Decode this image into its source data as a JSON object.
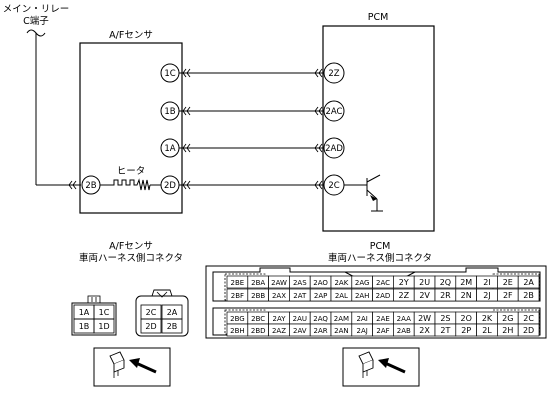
{
  "main_relay_label": [
    "メイン・リレー",
    "C端子"
  ],
  "af_sensor": {
    "title": "A/Fセンサ",
    "pins": [
      "1C",
      "1B",
      "1A",
      "2B",
      "2D"
    ],
    "heater_label": "ヒータ"
  },
  "pcm": {
    "title": "PCM",
    "pins": [
      "2Z",
      "2AC",
      "2AD",
      "2C"
    ]
  },
  "af_connector": {
    "title": [
      "A/Fセンサ",
      "車両ハーネス側コネクタ"
    ],
    "left_block": [
      [
        "1A",
        "1C"
      ],
      [
        "1B",
        "1D"
      ]
    ],
    "right_block": [
      [
        "2C",
        "2A"
      ],
      [
        "2D",
        "2B"
      ]
    ]
  },
  "pcm_connector": {
    "title": [
      "PCM",
      "車両ハーネス側コネクタ"
    ],
    "rows": [
      [
        "2BE",
        "2BA",
        "2AW",
        "2AS",
        "2AO",
        "2AK",
        "2AG",
        "2AC",
        "2Y",
        "2U",
        "2Q",
        "2M",
        "2I",
        "2E",
        "2A"
      ],
      [
        "2BF",
        "2BB",
        "2AX",
        "2AT",
        "2AP",
        "2AL",
        "2AH",
        "2AD",
        "2Z",
        "2V",
        "2R",
        "2N",
        "2J",
        "2F",
        "2B"
      ],
      [
        "2BG",
        "2BC",
        "2AY",
        "2AU",
        "2AQ",
        "2AM",
        "2AI",
        "2AE",
        "2AA",
        "2W",
        "2S",
        "2O",
        "2K",
        "2G",
        "2C"
      ],
      [
        "2BH",
        "2BD",
        "2AZ",
        "2AV",
        "2AR",
        "2AN",
        "2AJ",
        "2AF",
        "2AB",
        "2X",
        "2T",
        "2P",
        "2L",
        "2H",
        "2D"
      ]
    ]
  }
}
